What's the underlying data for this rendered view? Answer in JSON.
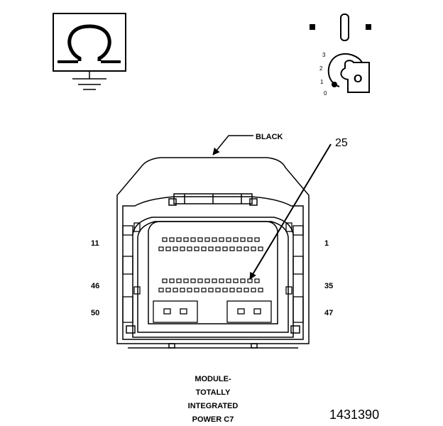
{
  "meter_icon": {
    "symbol": "Ω",
    "icon": "ohmmeter-icon"
  },
  "ignition_icon": {
    "icon": "ignition-key-icon",
    "positions": [
      "3",
      "2",
      "1",
      "0"
    ],
    "key_label": "O"
  },
  "connector": {
    "color_label": "BLACK",
    "callout_pin": "25",
    "pin_labels": {
      "top_left": "11",
      "top_right": "1",
      "mid_left": "46",
      "mid_right": "35",
      "bottom_left": "50",
      "bottom_right": "47"
    }
  },
  "caption": [
    "MODULE-",
    "TOTALLY",
    "INTEGRATED",
    "POWER C7"
  ],
  "figure_number": "1431390"
}
